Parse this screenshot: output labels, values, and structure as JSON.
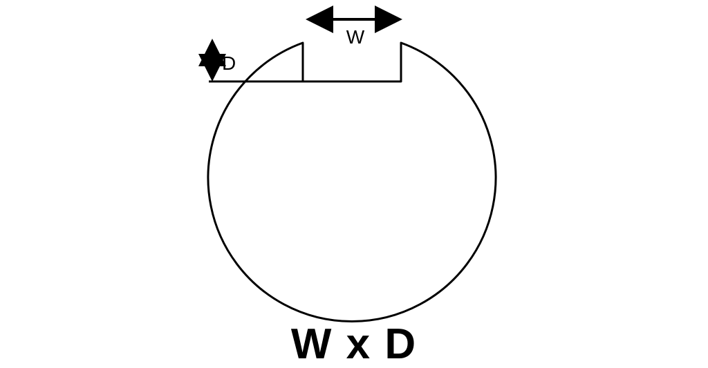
{
  "diagram": {
    "width_label": "W",
    "depth_label": "D",
    "caption": "W x D",
    "stroke_color": "#000000",
    "background_color": "#ffffff"
  }
}
